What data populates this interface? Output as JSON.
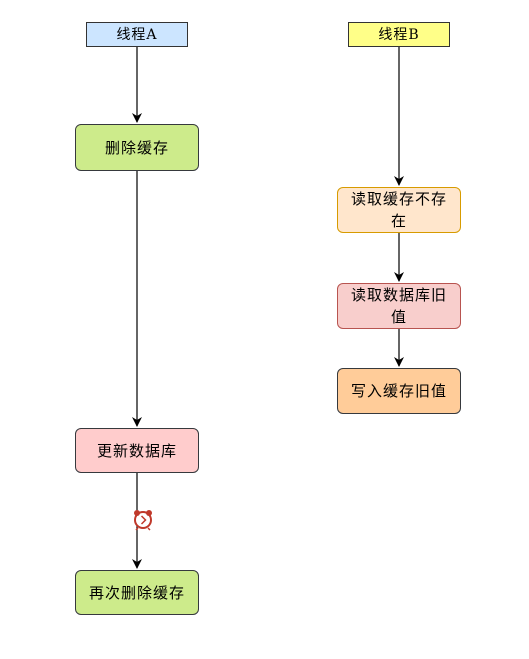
{
  "thread_a": {
    "header": "线程A",
    "steps": [
      "删除缓存",
      "更新数据库",
      "再次删除缓存"
    ]
  },
  "thread_b": {
    "header": "线程B",
    "steps": [
      "读取缓存不存在",
      "读取数据库旧值",
      "写入缓存旧值"
    ]
  },
  "timer_icon": "alarm-clock-icon",
  "colors": {
    "header_a": "#cce5ff",
    "header_b": "#ffff88",
    "green_fill": "#cdeb8b",
    "green_stroke": "#36393d",
    "peach_fill": "#ffe6cc",
    "peach_stroke": "#d79b00",
    "pink_fill": "#ffcccc",
    "pink_stroke": "#36393d",
    "salmon_fill": "#f8cecc",
    "salmon_stroke": "#b85450",
    "orange_fill": "#ffcc99",
    "orange_stroke": "#36393d"
  }
}
